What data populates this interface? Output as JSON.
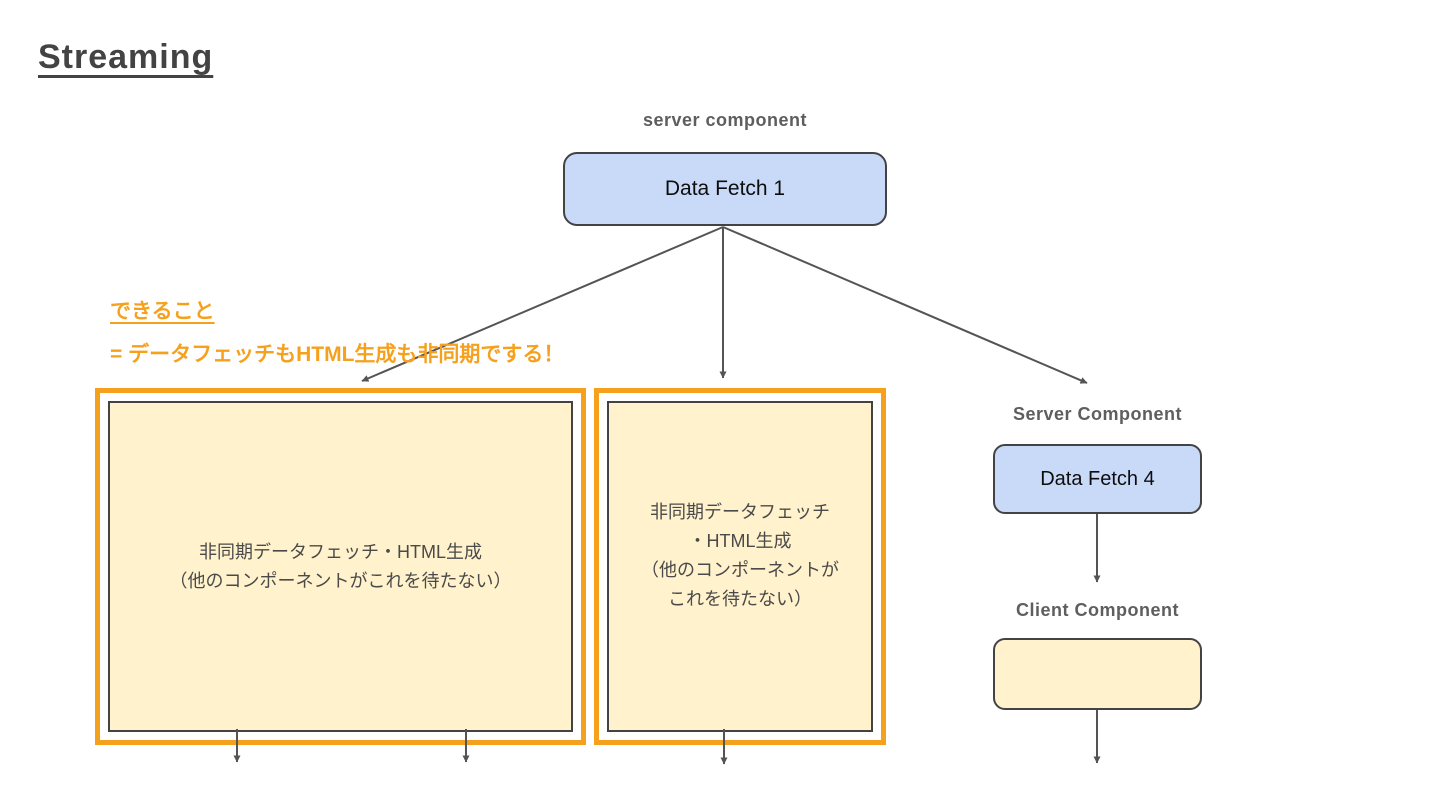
{
  "slide": {
    "title": "Streaming"
  },
  "root_component": {
    "label": "server component",
    "box_label": "Data Fetch 1"
  },
  "callout": {
    "heading": "できること",
    "body": "= データフェッチもHTML生成も非同期でする！"
  },
  "left_box": {
    "lines": [
      "非同期データフェッチ・HTML生成",
      "（他のコンポーネントがこれを待たない）"
    ]
  },
  "middle_box": {
    "lines": [
      "非同期データフェッチ",
      "・HTML生成",
      "（他のコンポーネントが",
      "これを待たない）"
    ]
  },
  "right_column": {
    "server_label": "Server Component",
    "server_box_label": "Data Fetch 4",
    "client_label": "Client Component"
  },
  "colors": {
    "accent_orange": "#F6A11E",
    "node_blue": "#C9DAF8",
    "node_cream": "#FFF2CC",
    "border_gray": "#434343",
    "arrow_gray": "#545454",
    "label_gray": "#5E5E5E",
    "title_gray": "#434343"
  }
}
